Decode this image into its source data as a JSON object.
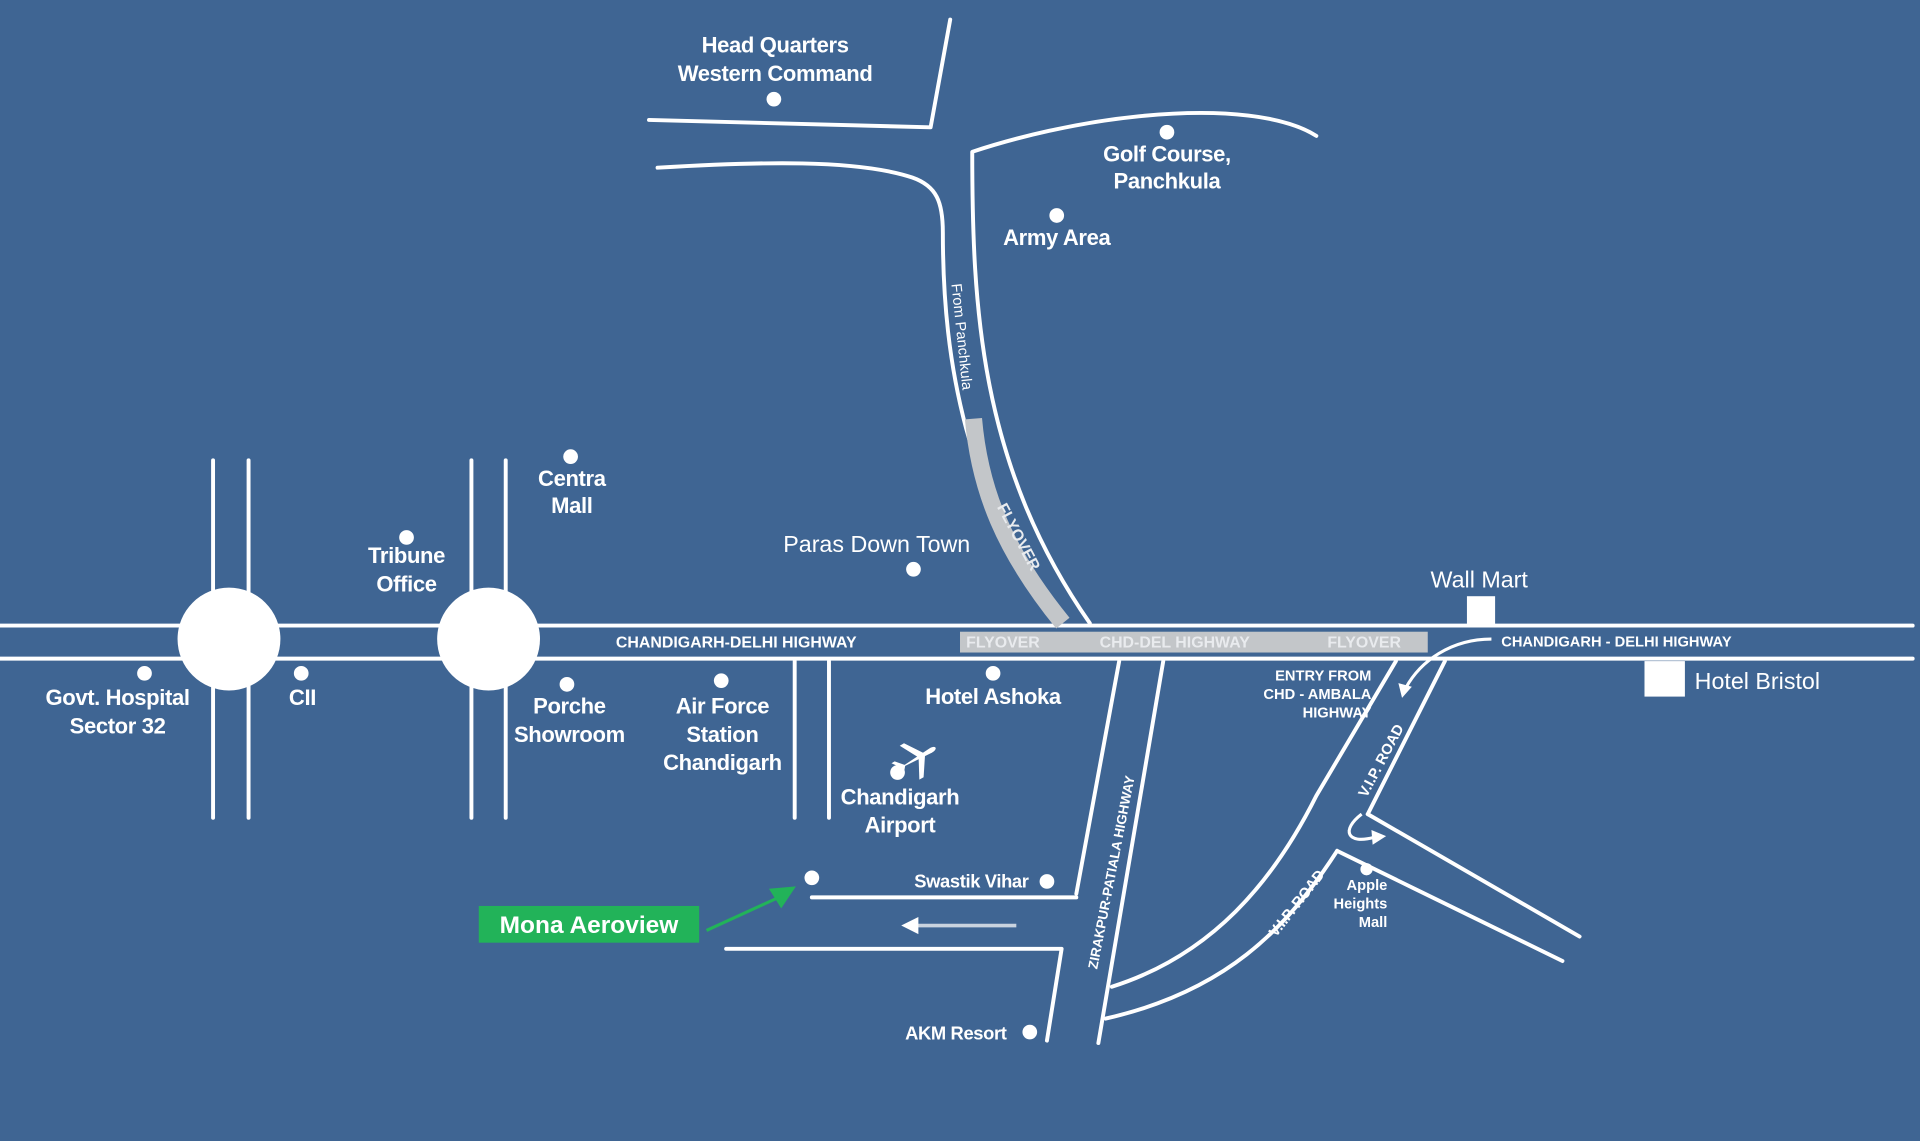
{
  "map": {
    "background_color": "#3f6593",
    "road_color": "#ffffff",
    "flyover_color": "#c3c6c9",
    "highlight_color": "#22b359",
    "project": {
      "label": "Mona Aeroview",
      "marker": "arrow-pointer"
    },
    "landmarks": {
      "hq_line1": "Head Quarters",
      "hq_line2": "Western Command",
      "golf_line1": "Golf Course,",
      "golf_line2": "Panchkula",
      "army_area": "Army Area",
      "centra_line1": "Centra",
      "centra_line2": "Mall",
      "tribune_line1": "Tribune",
      "tribune_line2": "Office",
      "paras": "Paras Down Town",
      "wall_mart": "Wall Mart",
      "hotel_bristol": "Hotel Bristol",
      "govt_hosp_line1": "Govt. Hospital",
      "govt_hosp_line2": "Sector 32",
      "cii": "CII",
      "porche_line1": "Porche",
      "porche_line2": "Showroom",
      "afs_line1": "Air Force",
      "afs_line2": "Station",
      "afs_line3": "Chandigarh",
      "hotel_ashoka": "Hotel Ashoka",
      "airport_line1": "Chandigarh",
      "airport_line2": "Airport",
      "swastik_vihar": "Swastik Vihar",
      "akm_resort": "AKM Resort",
      "apple_line1": "Apple",
      "apple_line2": "Heights",
      "apple_line3": "Mall"
    },
    "roads": {
      "highway_west": "CHANDIGARH-DELHI HIGHWAY",
      "flyover_1": "FLYOVER",
      "chd_del_highway": "CHD-DEL HIGHWAY",
      "flyover_2": "FLYOVER",
      "highway_east": "CHANDIGARH - DELHI HIGHWAY",
      "from_panchkula": "From Panchkula",
      "flyover_curve": "FLYOVER",
      "zirakpur_patiala": "ZIRAKPUR-PATIALA HIGHWAY",
      "vip_road_1": "V.I.P. ROAD",
      "vip_road_2": "V.I.P. ROAD",
      "entry_line1": "ENTRY FROM",
      "entry_line2": "CHD - AMBALA",
      "entry_line3": "HIGHWAY"
    }
  }
}
